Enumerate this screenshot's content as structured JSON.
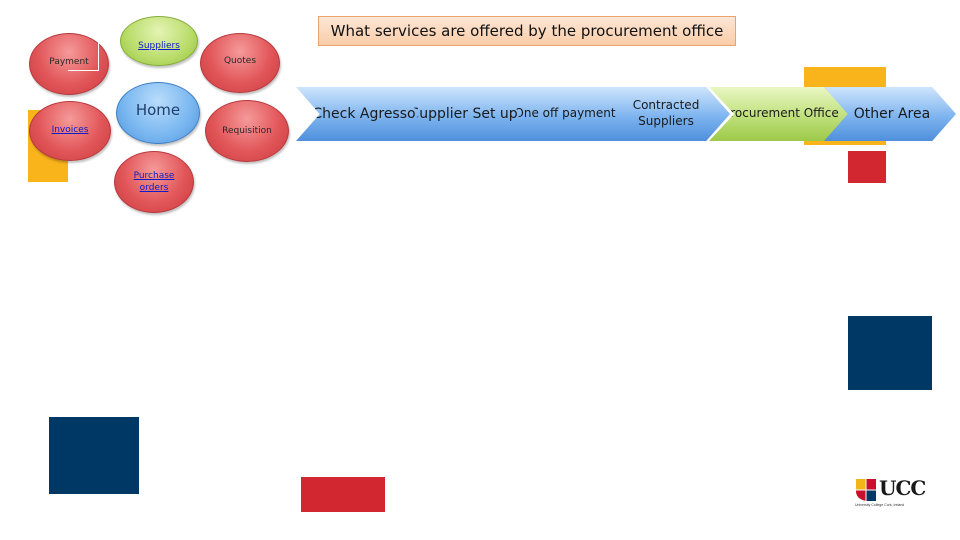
{
  "title": "What services are offered by the procurement office",
  "bubbles": {
    "suppliers": "Suppliers",
    "payment": "Payment",
    "quotes": "Quotes",
    "home": "Home",
    "invoices": "Invoices",
    "requisition": "Requisition",
    "purchase_orders": "Purchase orders"
  },
  "process_steps": [
    {
      "label": "Check Agresso"
    },
    {
      "label": "Supplier Set up"
    },
    {
      "label": "One off payment"
    },
    {
      "label": "Contracted Suppliers"
    },
    {
      "label": "Procurement Office"
    },
    {
      "label": "Other Area"
    }
  ],
  "logo": {
    "text": "UCC",
    "tagline": "University College Cork, Ireland"
  },
  "colors": {
    "navy": "#003865",
    "red": "#d22630",
    "gold": "#f9b31b",
    "green": "#b9dc6a",
    "blue": "#78b6f0"
  }
}
